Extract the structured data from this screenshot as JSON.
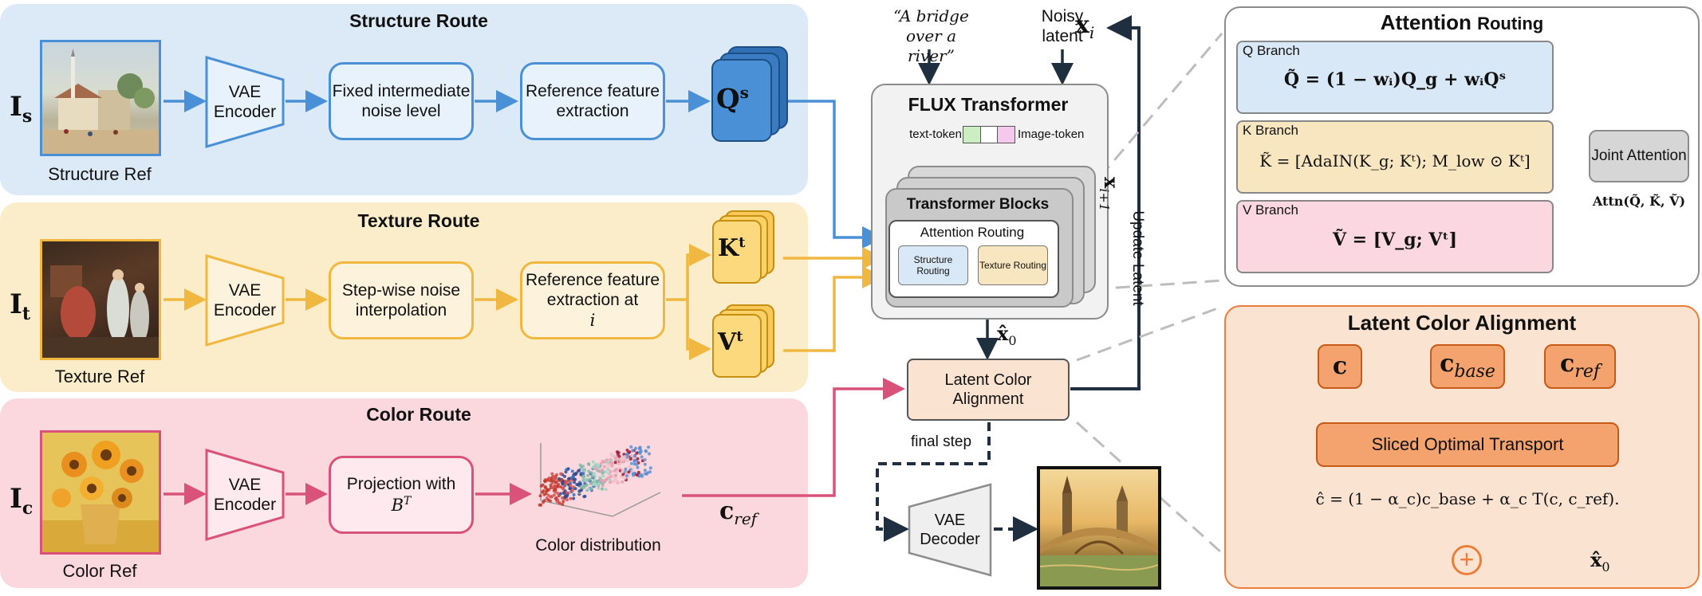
{
  "colors": {
    "structure_bg": "#dceaf7",
    "structure_line": "#4a90d6",
    "structure_fill": "#e8f2fc",
    "texture_bg": "#fbedc9",
    "texture_line": "#f0b840",
    "texture_fill": "#fdf3dc",
    "color_bg": "#fbd8de",
    "color_line": "#d9527a",
    "color_fill": "#fde9ee",
    "lca_bg": "#fbe3d2",
    "lca_line": "#ec7d3a",
    "lca_box": "#f4a26e"
  },
  "structure": {
    "title": "Structure Route",
    "symbol": "I",
    "sub": "s",
    "caption": "Structure Ref",
    "encoder": "VAE Encoder",
    "step1": "Fixed intermediate noise level",
    "step2": "Reference feature extraction",
    "out": "Q",
    "out_sup": "s"
  },
  "texture": {
    "title": "Texture Route",
    "symbol": "I",
    "sub": "t",
    "caption": "Texture Ref",
    "encoder": "VAE Encoder",
    "step1": "Step-wise noise interpolation",
    "step2": "Reference feature extraction at",
    "step2_var": "i",
    "out_k": "K",
    "out_v": "V",
    "out_sup": "t"
  },
  "color": {
    "title": "Color Route",
    "symbol": "I",
    "sub": "c",
    "caption": "Color Ref",
    "encoder": "VAE Encoder",
    "step1": "Projection with",
    "step1_var": "B",
    "step1_sup": "T",
    "dist_caption": "Color distribution",
    "out": "c",
    "out_sub": "ref"
  },
  "center": {
    "prompt": "“A bridge over a river”",
    "noisy": "Noisy latent",
    "xi": "x",
    "xi_sub": "i",
    "flux_title": "FLUX Transformer",
    "text_token": "text-token",
    "image_token": "Image-token",
    "blocks_title": "Transformer Blocks",
    "attn_title": "Attention Routing",
    "structure_routing": "Structure Routing",
    "texture_routing": "Texture Routing",
    "x0": "x̂",
    "x0_sub": "0",
    "lca": "Latent Color Alignment",
    "final_step": "final step",
    "decoder": "VAE Decoder",
    "update": "Update Latent",
    "xi1": "x",
    "xi1_sub": "i+1"
  },
  "attention_panel": {
    "title_bold": "Attention",
    "title_rest": "Routing",
    "q_label": "Q Branch",
    "q_eq": "Q̃ = (1 − wᵢ)Q_g + wᵢQˢ",
    "k_label": "K Branch",
    "k_eq": "K̃ = [AdaIN(K_g; Kᵗ); M_low ⊙ Kᵗ]",
    "v_label": "V Branch",
    "v_eq": "Ṽ = [V_g; Vᵗ]",
    "joint": "Joint Attention",
    "attn_formula": "Attn(Q̃, K̃, Ṽ)"
  },
  "lca_panel": {
    "title": "Latent Color Alignment",
    "c": "c",
    "c_base": "c",
    "c_base_sub": "base",
    "c_ref": "c",
    "c_ref_sub": "ref",
    "sot": "Sliced Optimal Transport",
    "eq": "ĉ = (1 − α_c)c_base + α_c T(c, c_ref).",
    "plus": "+",
    "out": "x̂",
    "out_sub": "0"
  }
}
